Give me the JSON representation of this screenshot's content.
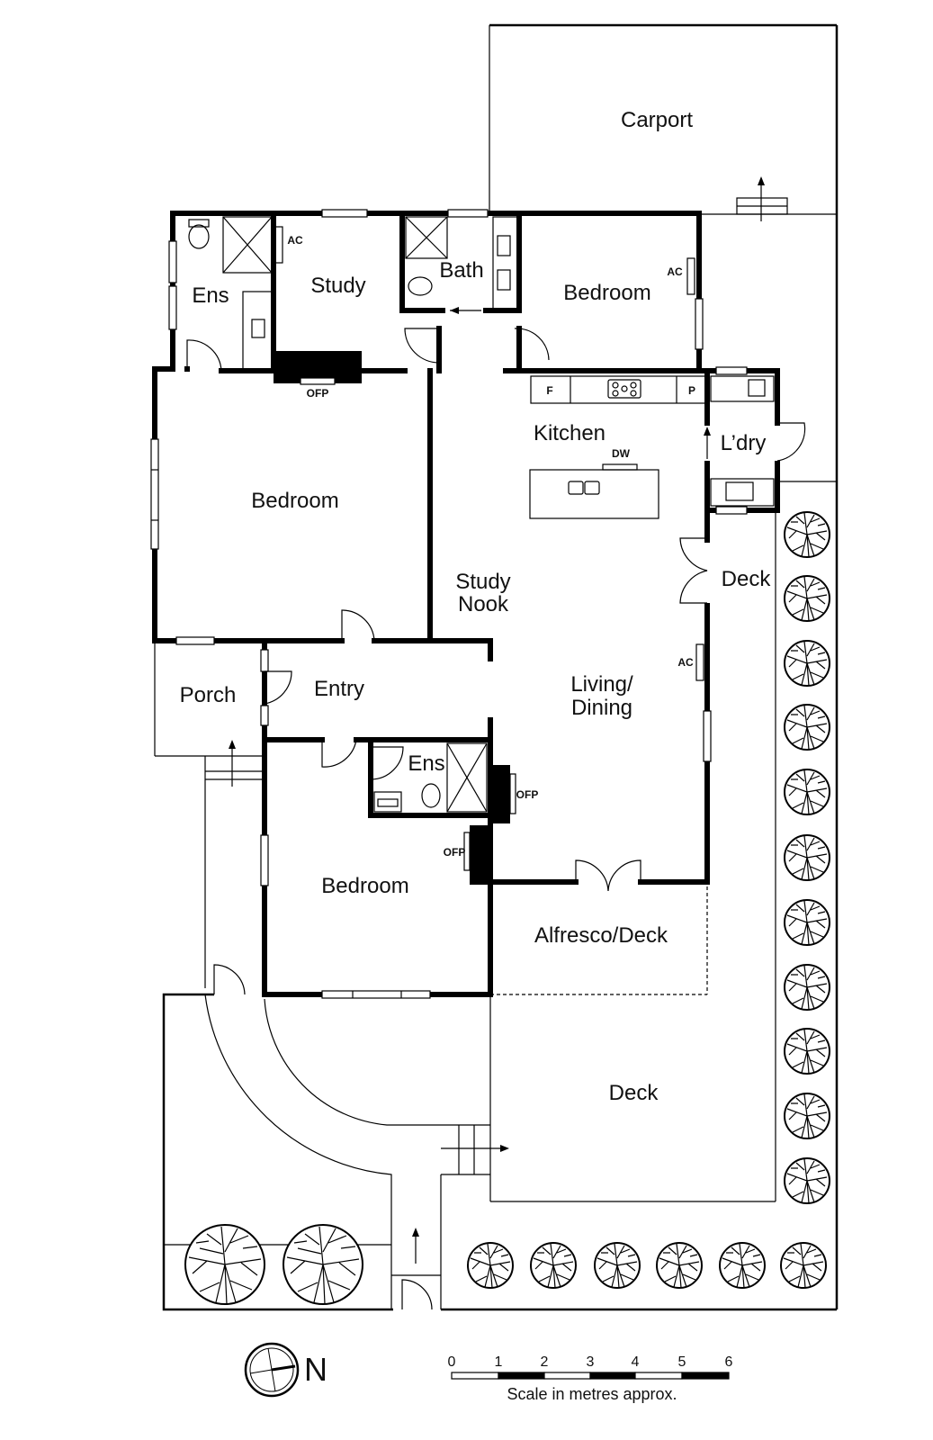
{
  "rooms": {
    "carport": "Carport",
    "ensuite_top": "Ens",
    "study": "Study",
    "bath": "Bath",
    "bedroom_top_right": "Bedroom",
    "kitchen": "Kitchen",
    "laundry": "L’dry",
    "bedroom_main": "Bedroom",
    "study_nook_line1": "Study",
    "study_nook_line2": "Nook",
    "deck_side": "Deck",
    "porch": "Porch",
    "entry": "Entry",
    "living_line1": "Living/",
    "living_line2": "Dining",
    "ensuite_bottom": "Ens",
    "bedroom_bottom": "Bedroom",
    "alfresco": "Alfresco/Deck",
    "deck_rear": "Deck"
  },
  "fixtures": {
    "ac_study": "AC",
    "ac_bedroom": "AC",
    "ac_living": "AC",
    "ofp_main_bedroom": "OFP",
    "ofp_living": "OFP",
    "ofp_bottom_bedroom": "OFP",
    "fridge": "F",
    "pantry": "P",
    "dishwasher": "DW"
  },
  "legend": {
    "north_label": "N",
    "scale_ticks": [
      "0",
      "1",
      "2",
      "3",
      "4",
      "5",
      "6"
    ],
    "scale_caption": "Scale in metres approx."
  },
  "colors": {
    "ink": "#000000",
    "paper": "#ffffff"
  }
}
